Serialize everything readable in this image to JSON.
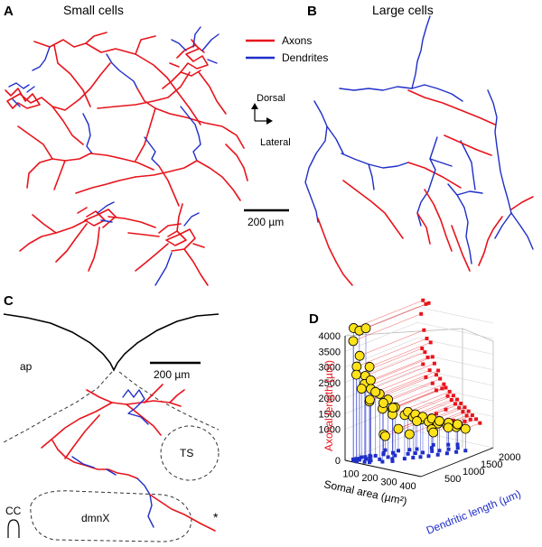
{
  "panels": {
    "a": {
      "letter": "A",
      "title": "Small cells"
    },
    "b": {
      "letter": "B",
      "title": "Large cells"
    },
    "c": {
      "letter": "C"
    },
    "d": {
      "letter": "D"
    }
  },
  "legend": {
    "axons": "Axons",
    "dendrites": "Dendrites",
    "axon_color": "#e8141c",
    "dendrite_color": "#1f2ec8"
  },
  "orientation": {
    "dorsal": "Dorsal",
    "lateral": "Lateral"
  },
  "scalebar_ab": "200 µm",
  "scalebar_c": "200 µm",
  "regions": {
    "ap": "ap",
    "ts": "TS",
    "cc": "CC",
    "dmnx": "dmnX",
    "asterisk": "*"
  },
  "chart_data": {
    "type": "scatter",
    "dimensions": 3,
    "xlabel": "Somal area (µm²)",
    "ylabel": "Dendritic length (µm)",
    "zlabel": "Axonal length (µm)",
    "x_ticks": [
      "100",
      "200",
      "300",
      "400"
    ],
    "y_ticks": [
      "500",
      "1000",
      "1500",
      "2000"
    ],
    "z_ticks": [
      "0",
      "1000",
      "1500",
      "2000",
      "2500",
      "3000",
      "3500",
      "4000"
    ],
    "z_tick_values": [
      0,
      1000,
      1500,
      2000,
      2500,
      3000,
      3500,
      4000
    ],
    "xlim": [
      50,
      450
    ],
    "ylim": [
      0,
      2000
    ],
    "zlim": [
      0,
      4000
    ],
    "marker_colors": {
      "cells": "#ffe21a",
      "axon_projection": "#e8141c",
      "dendrite_projection": "#1f2ec8"
    },
    "points": [
      {
        "x": 80,
        "y": 80,
        "z": 4250
      },
      {
        "x": 95,
        "y": 160,
        "z": 4150
      },
      {
        "x": 110,
        "y": 260,
        "z": 4200
      },
      {
        "x": 70,
        "y": 120,
        "z": 3800
      },
      {
        "x": 85,
        "y": 220,
        "z": 3300
      },
      {
        "x": 100,
        "y": 60,
        "z": 3050
      },
      {
        "x": 120,
        "y": 310,
        "z": 2950
      },
      {
        "x": 75,
        "y": 180,
        "z": 2700
      },
      {
        "x": 90,
        "y": 350,
        "z": 2600
      },
      {
        "x": 130,
        "y": 120,
        "z": 2500
      },
      {
        "x": 105,
        "y": 420,
        "z": 2450
      },
      {
        "x": 140,
        "y": 240,
        "z": 2300
      },
      {
        "x": 80,
        "y": 300,
        "z": 2200
      },
      {
        "x": 160,
        "y": 380,
        "z": 2100
      },
      {
        "x": 115,
        "y": 500,
        "z": 2050
      },
      {
        "x": 150,
        "y": 150,
        "z": 1950
      },
      {
        "x": 170,
        "y": 560,
        "z": 1850
      },
      {
        "x": 95,
        "y": 450,
        "z": 1800
      },
      {
        "x": 190,
        "y": 300,
        "z": 1700
      },
      {
        "x": 130,
        "y": 640,
        "z": 1650
      },
      {
        "x": 200,
        "y": 520,
        "z": 1600
      },
      {
        "x": 180,
        "y": 700,
        "z": 1550
      },
      {
        "x": 220,
        "y": 420,
        "z": 1500
      },
      {
        "x": 150,
        "y": 800,
        "z": 1450
      },
      {
        "x": 240,
        "y": 650,
        "z": 1400
      },
      {
        "x": 210,
        "y": 900,
        "z": 1350
      },
      {
        "x": 260,
        "y": 780,
        "z": 1300
      },
      {
        "x": 230,
        "y": 1000,
        "z": 1250
      },
      {
        "x": 280,
        "y": 880,
        "z": 1200
      },
      {
        "x": 250,
        "y": 1100,
        "z": 1150
      },
      {
        "x": 300,
        "y": 1000,
        "z": 1100
      },
      {
        "x": 270,
        "y": 1250,
        "z": 1050
      },
      {
        "x": 320,
        "y": 1150,
        "z": 1000
      },
      {
        "x": 290,
        "y": 1350,
        "z": 950
      },
      {
        "x": 340,
        "y": 1300,
        "z": 900
      },
      {
        "x": 310,
        "y": 1500,
        "z": 850
      },
      {
        "x": 360,
        "y": 1450,
        "z": 800
      },
      {
        "x": 330,
        "y": 1650,
        "z": 750
      },
      {
        "x": 380,
        "y": 1600,
        "z": 700
      },
      {
        "x": 200,
        "y": 1200,
        "z": 900
      },
      {
        "x": 150,
        "y": 950,
        "z": 700
      },
      {
        "x": 120,
        "y": 700,
        "z": 600
      },
      {
        "x": 240,
        "y": 1400,
        "z": 600
      },
      {
        "x": 180,
        "y": 1100,
        "z": 500
      },
      {
        "x": 270,
        "y": 1700,
        "z": 550
      },
      {
        "x": 100,
        "y": 850,
        "z": 450
      },
      {
        "x": 300,
        "y": 1800,
        "z": 650
      },
      {
        "x": 220,
        "y": 1550,
        "z": 400
      }
    ]
  }
}
